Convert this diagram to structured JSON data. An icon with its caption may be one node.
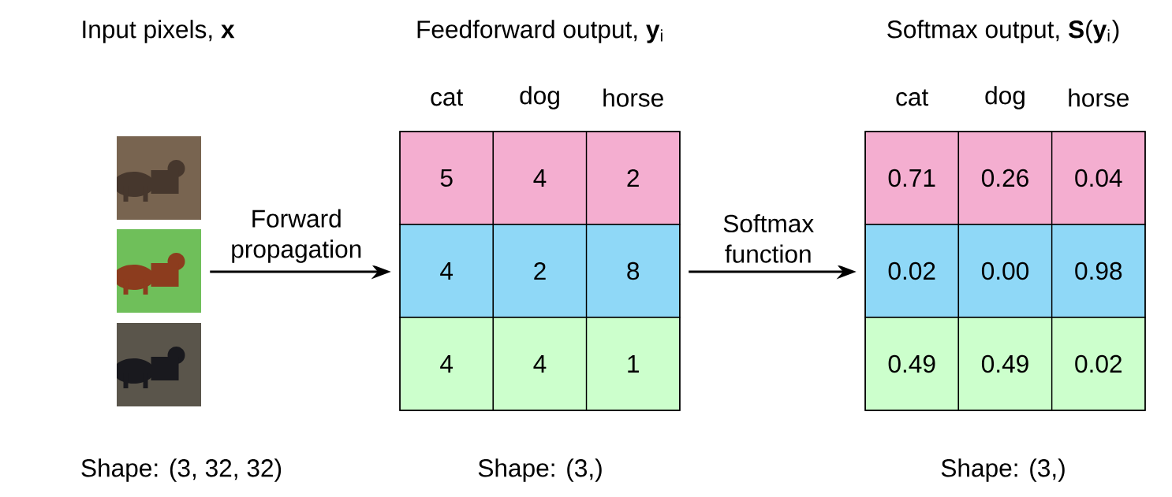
{
  "diagram": {
    "nodes": [
      {
        "text": [
          "Input pixels, **x**"
        ],
        "beside": [
          "Shape: (3, 32, 32)"
        ]
      },
      {
        "text": [],
        "shape": "picture",
        "in": 0
      },
      {
        "text": [],
        "shape": "picture",
        "in": 0
      },
      {
        "text": [],
        "shape": "picture",
        "in": 0
      },
      {
        "text": [
          "Feedforward output, **y**$_{i}$"
        ],
        "beside": [
          "Shape: (3,)"
        ]
      },
      {
        "text": [
          "Softmax output, **S**(**y**$_{i}$)"
        ],
        "beside": [
          "Shape: (3,)"
        ]
      }
    ],
    "edges": [
      {
        "from": 2,
        "to": 4,
        "arrow": "to",
        "label": "Forward propagation"
      },
      {
        "from": 4,
        "to": 5,
        "arrow": "to",
        "label": "Softmax function"
      }
    ],
    "labels": [
      "cat",
      "dog",
      "horse",
      "5",
      "4",
      "2",
      "4",
      "2",
      "8",
      "4",
      "4",
      "1",
      "cat",
      "dog",
      "horse",
      "0.71",
      "0.26",
      "0.04",
      "0.02",
      "0.00",
      "0.98",
      "0.49",
      "0.49",
      "0.02"
    ]
  }
}
